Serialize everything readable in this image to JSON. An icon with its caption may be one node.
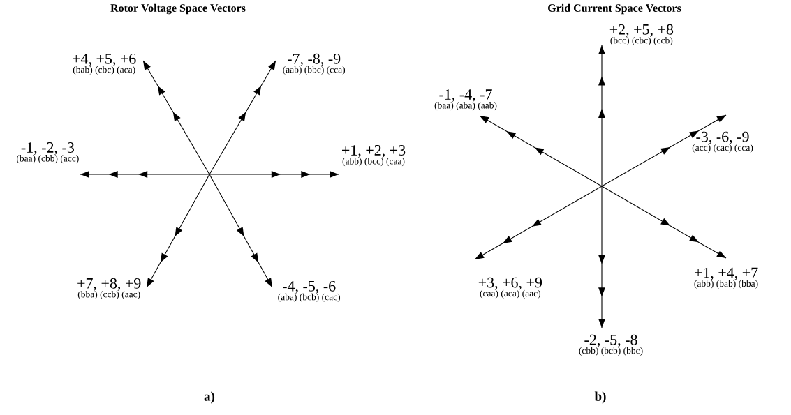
{
  "diagram": {
    "nodes": [
      {
        "text": [
          "+4, +5, +6",
          "(bab) (cbc) (aca)"
        ]
      },
      {
        "text": [
          "-7, -8, -9",
          "(aab) (bbc) (cca)"
        ]
      },
      {
        "text": [
          "-1, -2, -3",
          "(baa) (cbb) (acc)"
        ]
      },
      {
        "text": [
          "+1, +2, +3",
          "(abb) (bcc) (caa)"
        ]
      },
      {
        "text": [
          "+7, +8, +9",
          "(bba) (ccb) (aac)"
        ]
      },
      {
        "text": [
          "-4, -5, -6",
          "(aba) (bcb) (cac)"
        ]
      },
      {
        "text": [
          "+2, +5, +8",
          "(bcc) (cbc) (ccb)"
        ]
      },
      {
        "text": [
          "-1, -4, -7",
          "(baa) (aba) (aab)"
        ]
      },
      {
        "text": [
          "-3, -6, -9",
          "(acc) (cac) (cca)"
        ]
      },
      {
        "text": [
          "+3, +6, +9",
          "(caa) (aca) (aac)"
        ]
      },
      {
        "text": [
          "+1, +4, +7",
          "(abb) (bab) (bba)"
        ]
      },
      {
        "text": [
          "-2, -5, -8",
          "(cbb) (bcb) (bbc)"
        ]
      }
    ],
    "edges": [
      {
        "from": null,
        "to": 0,
        "arrow": "to"
      },
      {
        "from": null,
        "to": 1,
        "arrow": "to"
      },
      {
        "from": null,
        "to": 2,
        "arrow": "to"
      },
      {
        "from": null,
        "to": 3,
        "arrow": "to"
      },
      {
        "from": null,
        "to": 4,
        "arrow": "to"
      },
      {
        "from": null,
        "to": 5,
        "arrow": "to"
      },
      {
        "from": null,
        "to": 6,
        "arrow": "to"
      },
      {
        "from": null,
        "to": 7,
        "arrow": "to"
      },
      {
        "from": null,
        "to": 8,
        "arrow": "to"
      },
      {
        "from": null,
        "to": 9,
        "arrow": "to"
      },
      {
        "from": null,
        "to": 10,
        "arrow": "to"
      },
      {
        "from": null,
        "to": 11,
        "arrow": "to"
      }
    ],
    "labels": [
      "Rotor Voltage Space Vectors",
      "Grid Current Space Vectors",
      "a)",
      "b)"
    ]
  }
}
